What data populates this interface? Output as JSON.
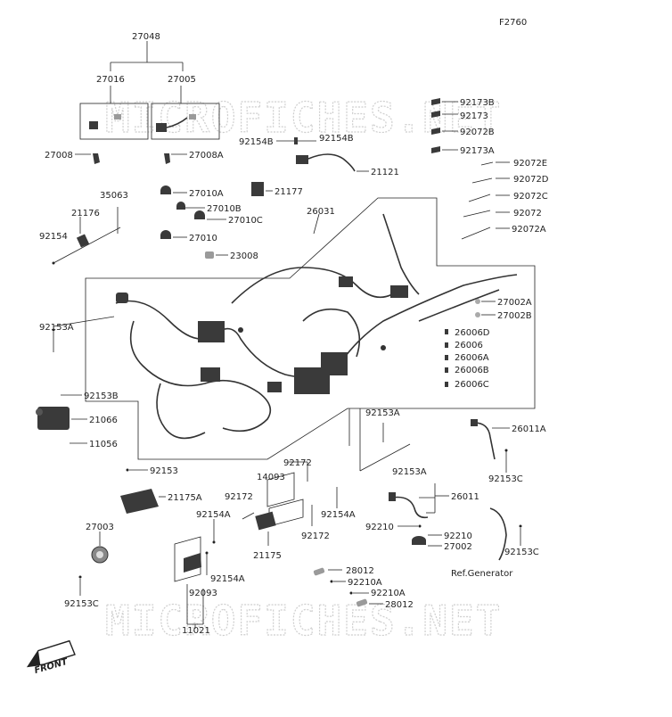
{
  "diagram_code": "F2760",
  "watermark": "MICROFICHES.NET",
  "ref_note": "Ref.Generator",
  "front_label": "FRONT",
  "labels": [
    {
      "id": "27048",
      "text": "27048"
    },
    {
      "id": "27016",
      "text": "27016"
    },
    {
      "id": "27005",
      "text": "27005"
    },
    {
      "id": "27008",
      "text": "27008"
    },
    {
      "id": "27008A",
      "text": "27008A"
    },
    {
      "id": "92173B",
      "text": "92173B"
    },
    {
      "id": "92173",
      "text": "92173"
    },
    {
      "id": "92072B",
      "text": "92072B"
    },
    {
      "id": "92173A",
      "text": "92173A"
    },
    {
      "id": "92154B_l",
      "text": "92154B"
    },
    {
      "id": "92154B_r",
      "text": "92154B"
    },
    {
      "id": "21121",
      "text": "21121"
    },
    {
      "id": "92072E",
      "text": "92072E"
    },
    {
      "id": "92072D",
      "text": "92072D"
    },
    {
      "id": "92072C",
      "text": "92072C"
    },
    {
      "id": "92072",
      "text": "92072"
    },
    {
      "id": "92072A",
      "text": "92072A"
    },
    {
      "id": "35063",
      "text": "35063"
    },
    {
      "id": "21176",
      "text": "21176"
    },
    {
      "id": "92154",
      "text": "92154"
    },
    {
      "id": "27010A",
      "text": "27010A"
    },
    {
      "id": "21177",
      "text": "21177"
    },
    {
      "id": "27010B",
      "text": "27010B"
    },
    {
      "id": "27010C",
      "text": "27010C"
    },
    {
      "id": "27010",
      "text": "27010"
    },
    {
      "id": "23008",
      "text": "23008"
    },
    {
      "id": "26031",
      "text": "26031"
    },
    {
      "id": "27002A",
      "text": "27002A"
    },
    {
      "id": "27002B",
      "text": "27002B"
    },
    {
      "id": "92153A_l",
      "text": "92153A"
    },
    {
      "id": "26006D",
      "text": "26006D"
    },
    {
      "id": "26006",
      "text": "26006"
    },
    {
      "id": "26006A",
      "text": "26006A"
    },
    {
      "id": "26006B",
      "text": "26006B"
    },
    {
      "id": "26006C",
      "text": "26006C"
    },
    {
      "id": "92153B",
      "text": "92153B"
    },
    {
      "id": "21066",
      "text": "21066"
    },
    {
      "id": "11056",
      "text": "11056"
    },
    {
      "id": "92153A_m",
      "text": "92153A"
    },
    {
      "id": "26011A",
      "text": "26011A"
    },
    {
      "id": "92153A_b",
      "text": "92153A"
    },
    {
      "id": "92153C_r1",
      "text": "92153C"
    },
    {
      "id": "92153",
      "text": "92153"
    },
    {
      "id": "92172_t",
      "text": "92172"
    },
    {
      "id": "14093",
      "text": "14093"
    },
    {
      "id": "21175A",
      "text": "21175A"
    },
    {
      "id": "26011",
      "text": "26011"
    },
    {
      "id": "92172_l",
      "text": "92172"
    },
    {
      "id": "92154A_t",
      "text": "92154A"
    },
    {
      "id": "92154A_r",
      "text": "92154A"
    },
    {
      "id": "27003",
      "text": "27003"
    },
    {
      "id": "92172_b",
      "text": "92172"
    },
    {
      "id": "92210_l",
      "text": "92210"
    },
    {
      "id": "92210_r",
      "text": "92210"
    },
    {
      "id": "27002",
      "text": "27002"
    },
    {
      "id": "21175",
      "text": "21175"
    },
    {
      "id": "92153C_r2",
      "text": "92153C"
    },
    {
      "id": "92154A_b",
      "text": "92154A"
    },
    {
      "id": "28012_t",
      "text": "28012"
    },
    {
      "id": "92210A_t",
      "text": "92210A"
    },
    {
      "id": "92093",
      "text": "92093"
    },
    {
      "id": "92153C_l",
      "text": "92153C"
    },
    {
      "id": "92210A_b",
      "text": "92210A"
    },
    {
      "id": "28012_b",
      "text": "28012"
    },
    {
      "id": "11021",
      "text": "11021"
    }
  ]
}
